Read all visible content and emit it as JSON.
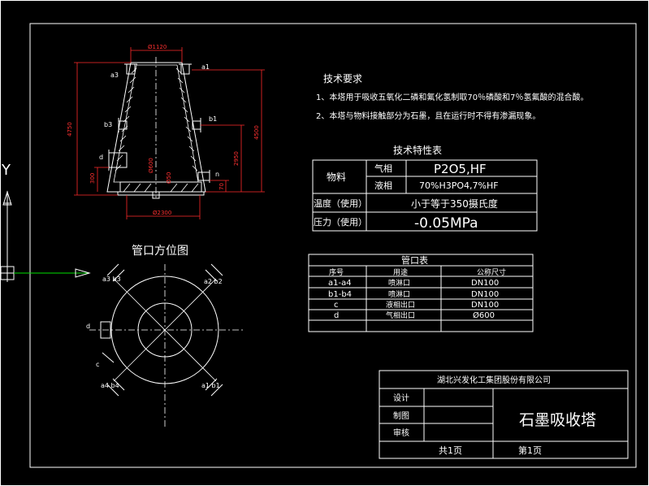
{
  "colors": {
    "background": "#000000",
    "lines": "#ffffff",
    "dimensions": "#ff2a2a",
    "axis": "#00e000"
  },
  "drawing": {
    "dims": {
      "top_dia": "Ø1120",
      "bottom_dia": "Ø2300",
      "overall_h": "4750",
      "h_4500": "4500",
      "h_2950": "2950",
      "h_300": "300",
      "h_70": "70",
      "dia_600": "Ø600",
      "dia_50": "Ø50"
    },
    "nozzle_labels": {
      "a1": "a1",
      "a3": "a3",
      "b3": "b3",
      "b1": "b1",
      "d": "d",
      "n": "n"
    }
  },
  "orientation": {
    "title": "管口方位图",
    "labels": {
      "a3b3": "a3 b3",
      "a2b2": "a2 b2",
      "d": "d",
      "c": "c",
      "a4b4": "a4 b4",
      "a1b1": "a1 b1"
    }
  },
  "tech_requirements": {
    "title": "技术要求",
    "items": [
      "1、本塔用于吸收五氧化二磷和氟化氢制取70％磷酸和7％氢氟酸的混合酸。",
      "2、本塔与物料接触部分为石墨，且在运行时不得有渗漏现象。"
    ]
  },
  "characteristics": {
    "title": "技术特性表",
    "material_label": "物料",
    "gas_label": "气相",
    "gas_value": "P2O5,HF",
    "liquid_label": "液相",
    "liquid_value": "70%H3PO4,7%HF",
    "temp_label": "温度（使用）",
    "temp_value": "小于等于350摄氏度",
    "pressure_label": "压力（使用）",
    "pressure_value": "-0.05MPa"
  },
  "nozzle_table": {
    "title": "管口表",
    "headers": [
      "序号",
      "用途",
      "公称尺寸"
    ],
    "rows": [
      [
        "a1-a4",
        "喷淋口",
        "DN100"
      ],
      [
        "b1-b4",
        "喷淋口",
        "DN100"
      ],
      [
        "c",
        "液相出口",
        "DN100"
      ],
      [
        "d",
        "气相出口",
        "Ø600"
      ]
    ]
  },
  "title_block": {
    "company": "湖北兴发化工集团股份有限公司",
    "design_label": "设计",
    "drawing_label": "制图",
    "review_label": "审核",
    "drawing_name": "石墨吸收塔",
    "total_pages": "共1页",
    "page_no": "第1页"
  },
  "ucs": {
    "y_label": "Y"
  }
}
